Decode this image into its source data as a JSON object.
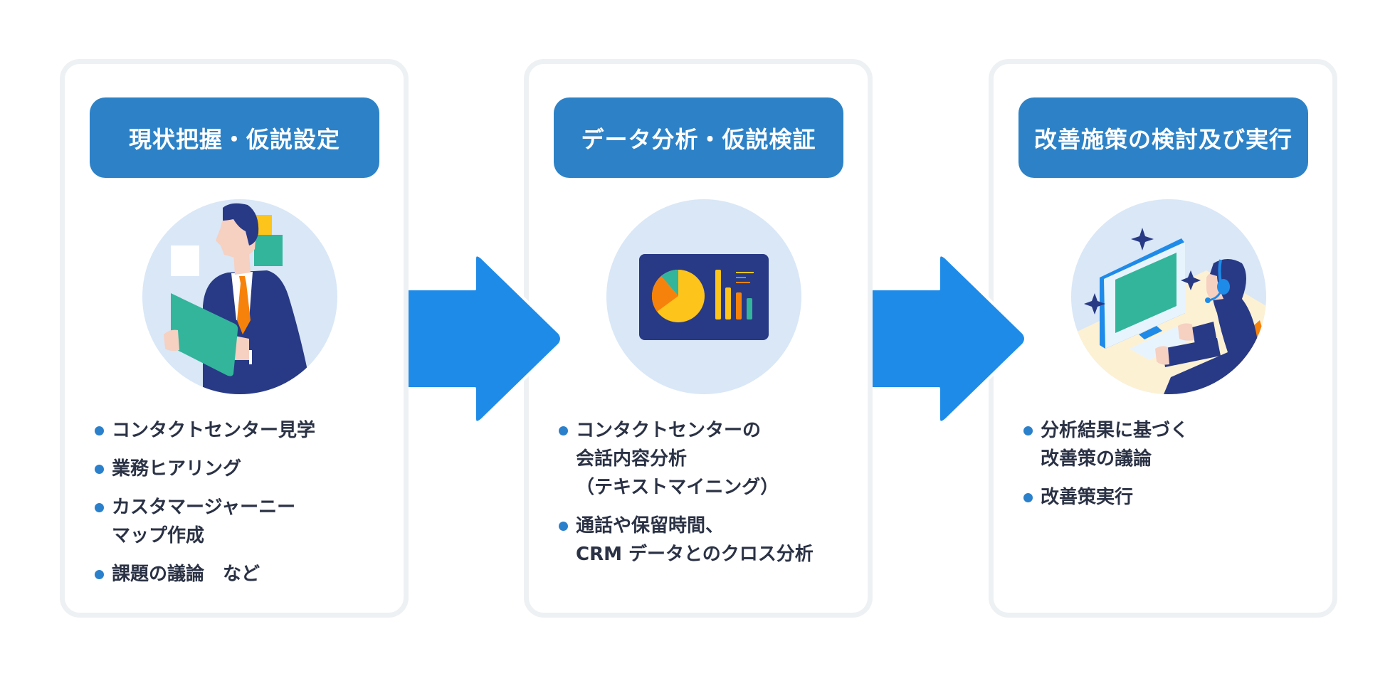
{
  "colors": {
    "title_bg": "#2d82c7",
    "arrow": "#1f8be8",
    "bullet": "#2b80cb",
    "text": "#2b3245",
    "card_border": "#eef1f3",
    "circle_bg": "#d9e7f7",
    "navy": "#283a85",
    "teal": "#33b59b",
    "yellow": "#fdc41b",
    "orange": "#f7820b"
  },
  "steps": [
    {
      "title": "現状把握・仮説設定",
      "illustration": "businessman-with-tablet-icon",
      "bullets": [
        "コンタクトセンター見学",
        "業務ヒアリング",
        "カスタマージャーニー\nマップ作成",
        "課題の議論　など"
      ]
    },
    {
      "title": "データ分析・仮説検証",
      "illustration": "dashboard-charts-icon",
      "bullets": [
        "コンタクトセンターの\n会話内容分析\n（テキストマイニング）",
        "通話や保留時間、\nCRM データとのクロス分析"
      ]
    },
    {
      "title": "改善施策の検討及び実行",
      "illustration": "operator-with-headset-icon",
      "bullets": [
        "分析結果に基づく\n改善策の議論",
        "改善策実行"
      ]
    }
  ],
  "arrows": [
    "arrow-right-icon",
    "arrow-right-icon"
  ]
}
